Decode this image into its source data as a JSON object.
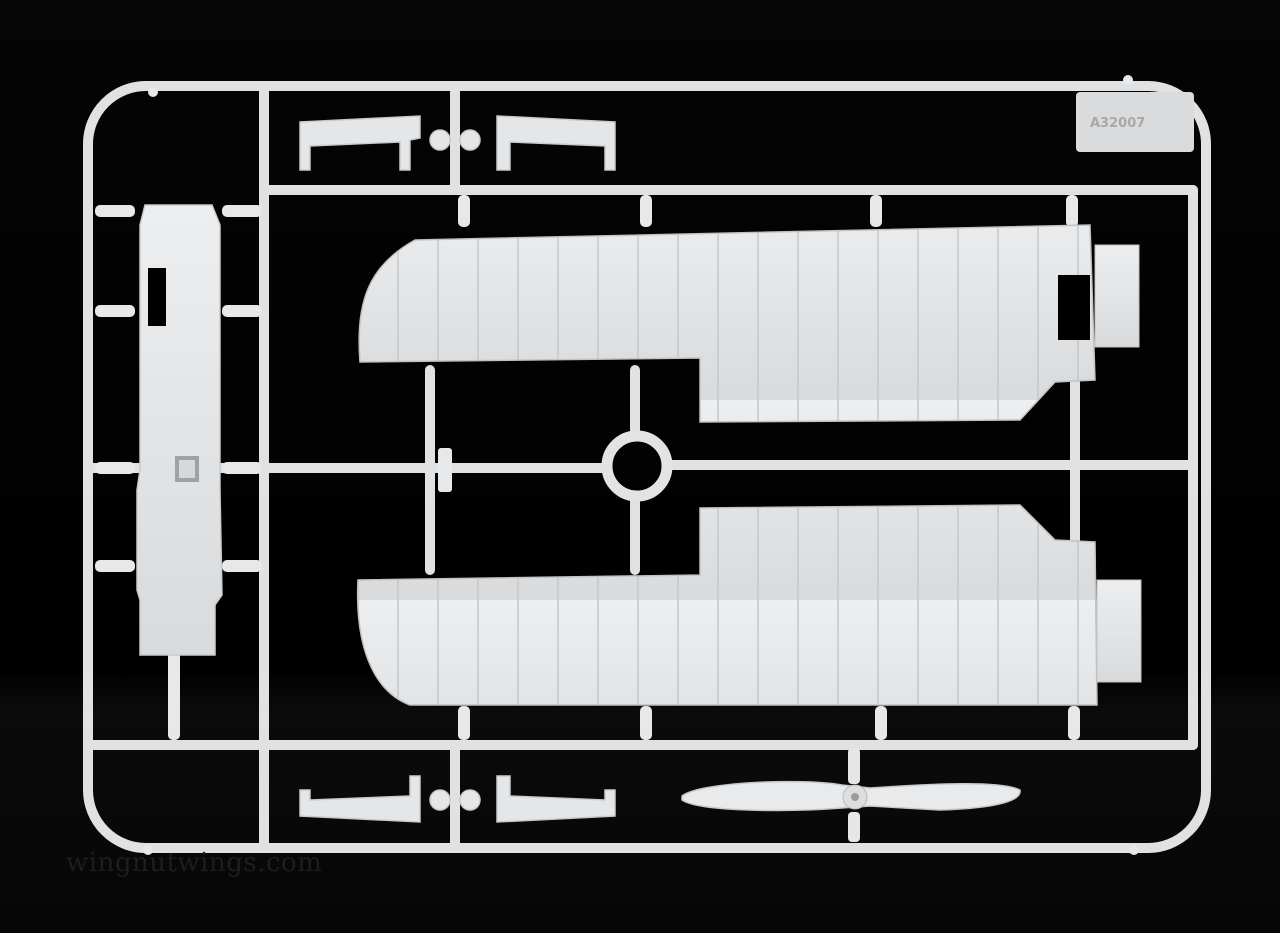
{
  "photo": {
    "subject": "model kit sprue",
    "background_color": "#000000",
    "sprue_color": "#e3e5e6",
    "part_shadow_color": "#c9cbcd",
    "part_number_text": "A32007",
    "watermark_text": "wingnutwings.com"
  }
}
